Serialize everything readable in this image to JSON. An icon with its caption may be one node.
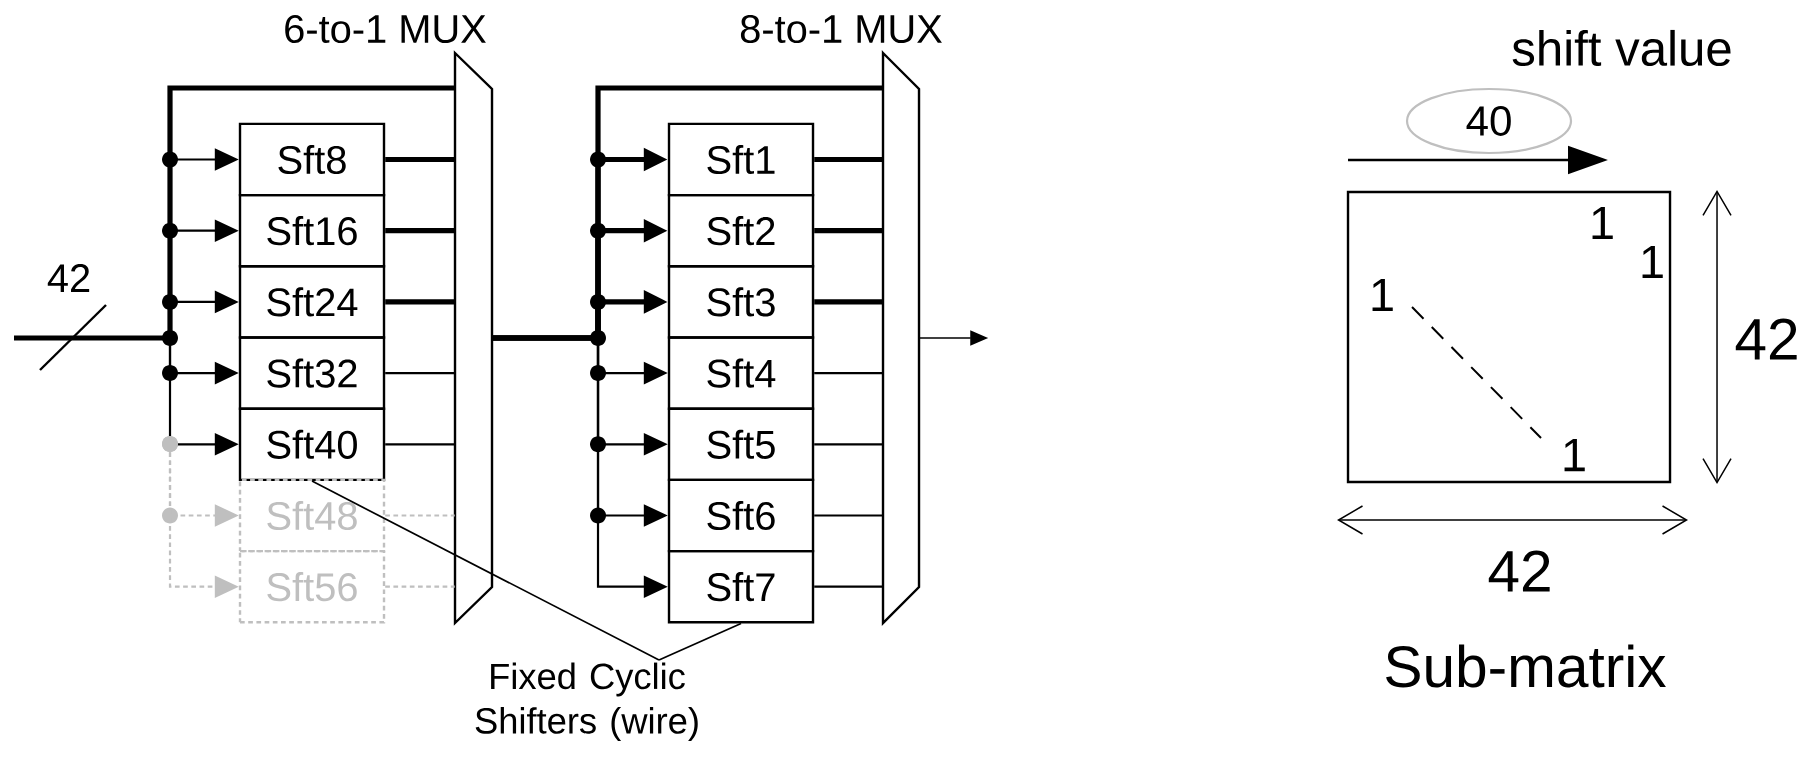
{
  "diagram": {
    "nodes": [
      {
        "text": [
          "Sft8"
        ]
      },
      {
        "text": [
          "Sft16"
        ]
      },
      {
        "text": [
          "Sft24"
        ]
      },
      {
        "text": [
          "Sft32"
        ]
      },
      {
        "text": [
          "Sft40"
        ]
      },
      {
        "text": [
          "Sft48"
        ]
      },
      {
        "text": [
          "Sft56"
        ]
      },
      {
        "text": [
          "6-to-1 MUX"
        ]
      },
      {
        "text": [
          "Sft1"
        ]
      },
      {
        "text": [
          "Sft2"
        ]
      },
      {
        "text": [
          "Sft3"
        ]
      },
      {
        "text": [
          "Sft4"
        ]
      },
      {
        "text": [
          "Sft5"
        ]
      },
      {
        "text": [
          "Sft6"
        ]
      },
      {
        "text": [
          "Sft7"
        ]
      },
      {
        "text": [
          "8-to-1 MUX"
        ]
      },
      {
        "text": [
          "Fixed Cyclic Shifters (wire)"
        ]
      },
      {
        "text": [
          "40"
        ]
      },
      {
        "text": [
          "1",
          "1",
          "1",
          "1"
        ],
        "beside": [
          "Sub-matrix"
        ]
      }
    ],
    "edges": [
      {
        "from": null,
        "to": 0,
        "arrow": "to"
      },
      {
        "from": null,
        "to": 1,
        "arrow": "to"
      },
      {
        "from": null,
        "to": 2,
        "arrow": "to"
      },
      {
        "from": null,
        "to": 3,
        "arrow": "to"
      },
      {
        "from": null,
        "to": 4,
        "arrow": "to"
      },
      {
        "from": null,
        "to": 5,
        "arrow": "to",
        "style": "dashed",
        "color": "#bfbfbf"
      },
      {
        "from": null,
        "to": 6,
        "arrow": "to",
        "style": "dashed",
        "color": "#bfbfbf"
      },
      {
        "from": null,
        "to": 7,
        "arrow": "none",
        "style": "thick"
      },
      {
        "from": 0,
        "to": 7,
        "arrow": "none",
        "style": "thick"
      },
      {
        "from": 1,
        "to": 7,
        "arrow": "none",
        "style": "thick"
      },
      {
        "from": 2,
        "to": 7,
        "arrow": "none",
        "style": "thick"
      },
      {
        "from": 3,
        "to": 7,
        "arrow": "none"
      },
      {
        "from": 4,
        "to": 7,
        "arrow": "none"
      },
      {
        "from": 5,
        "to": 7,
        "arrow": "none",
        "style": "dashed",
        "color": "#bfbfbf"
      },
      {
        "from": 6,
        "to": 7,
        "arrow": "none",
        "style": "dashed",
        "color": "#bfbfbf"
      },
      {
        "from": 7,
        "to": 8,
        "arrow": "to",
        "style": "thick"
      },
      {
        "from": 7,
        "to": 9,
        "arrow": "to",
        "style": "thick"
      },
      {
        "from": 7,
        "to": 10,
        "arrow": "to",
        "style": "thick"
      },
      {
        "from": 7,
        "to": 11,
        "arrow": "to"
      },
      {
        "from": 7,
        "to": 12,
        "arrow": "to"
      },
      {
        "from": 7,
        "to": 13,
        "arrow": "to"
      },
      {
        "from": 7,
        "to": 14,
        "arrow": "to"
      },
      {
        "from": 7,
        "to": 15,
        "arrow": "none",
        "style": "thick"
      },
      {
        "from": 8,
        "to": 15,
        "arrow": "none",
        "style": "thick"
      },
      {
        "from": 9,
        "to": 15,
        "arrow": "none",
        "style": "thick"
      },
      {
        "from": 10,
        "to": 15,
        "arrow": "none",
        "style": "thick"
      },
      {
        "from": 11,
        "to": 15,
        "arrow": "none"
      },
      {
        "from": 12,
        "to": 15,
        "arrow": "none"
      },
      {
        "from": 13,
        "to": 15,
        "arrow": "none"
      },
      {
        "from": 14,
        "to": 15,
        "arrow": "none"
      },
      {
        "from": 15,
        "to": null,
        "arrow": "to"
      },
      {
        "from": 16,
        "to": 4,
        "arrow": "none"
      },
      {
        "from": 16,
        "to": 14,
        "arrow": "none"
      }
    ],
    "labels": [
      "42",
      "shift value",
      "42",
      "42"
    ]
  }
}
